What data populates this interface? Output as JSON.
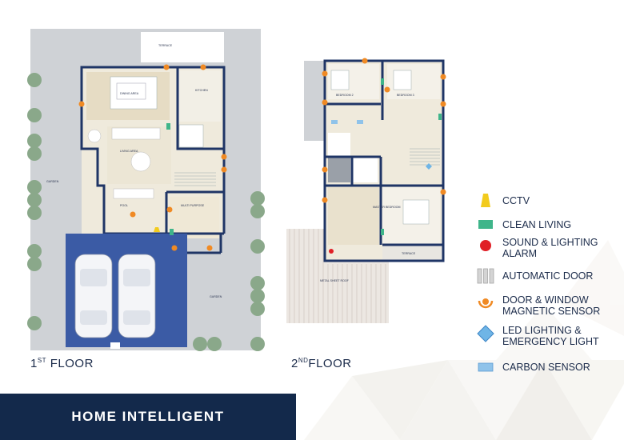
{
  "floors": {
    "first": {
      "number": "1",
      "suffix": "ST",
      "word": "FLOOR"
    },
    "second": {
      "number": "2",
      "suffix": "ND",
      "word": "FLOOR"
    }
  },
  "rooms": {
    "first_floor": {
      "dining": "DINING AREA",
      "living": "LIVING AREA",
      "kitchen": "KITCHEN",
      "multi_purpose": "MULTI PURPOSE",
      "garden_left": "GARDEN",
      "garden_right": "GARDEN",
      "pool": "POOL",
      "terrace": "TERRACE"
    },
    "second_floor": {
      "bedroom2": "BEDROOM 2",
      "bedroom3": "BEDROOM 3",
      "master": "MASTER BEDROOM",
      "terrace": "TERRACE",
      "roof": "METAL SHEET ROOF"
    }
  },
  "legend": [
    {
      "icon": "cctv-icon",
      "label": "CCTV",
      "color": "#f2cb1d"
    },
    {
      "icon": "clean-living-icon",
      "label": "CLEAN LIVING",
      "color": "#3fb58a"
    },
    {
      "icon": "alarm-icon",
      "label": "SOUND & LIGHTING\nALARM",
      "color": "#e01f26"
    },
    {
      "icon": "automatic-door-icon",
      "label": "AUTOMATIC DOOR",
      "color": "#c9c9c9"
    },
    {
      "icon": "magnetic-sensor-icon",
      "label": "DOOR & WINDOW\nMAGNETIC SENSOR",
      "color": "#f08a24"
    },
    {
      "icon": "led-light-icon",
      "label": "LED LIGHTING &\nEMERGENCY LIGHT",
      "color": "#6fb5e6"
    },
    {
      "icon": "carbon-sensor-icon",
      "label": "CARBON SENSOR",
      "color": "#8fc3ea"
    }
  ],
  "banner": {
    "title": "HOME INTELLIGENT"
  },
  "colors": {
    "navy": "#13294b",
    "wall": "#1f3566",
    "lot": "#cfd2d6",
    "floor_tile": "#e9e4d6",
    "wood": "#d9ccb0",
    "garage": "#3b5ba5",
    "tree": "#8aa88a"
  }
}
